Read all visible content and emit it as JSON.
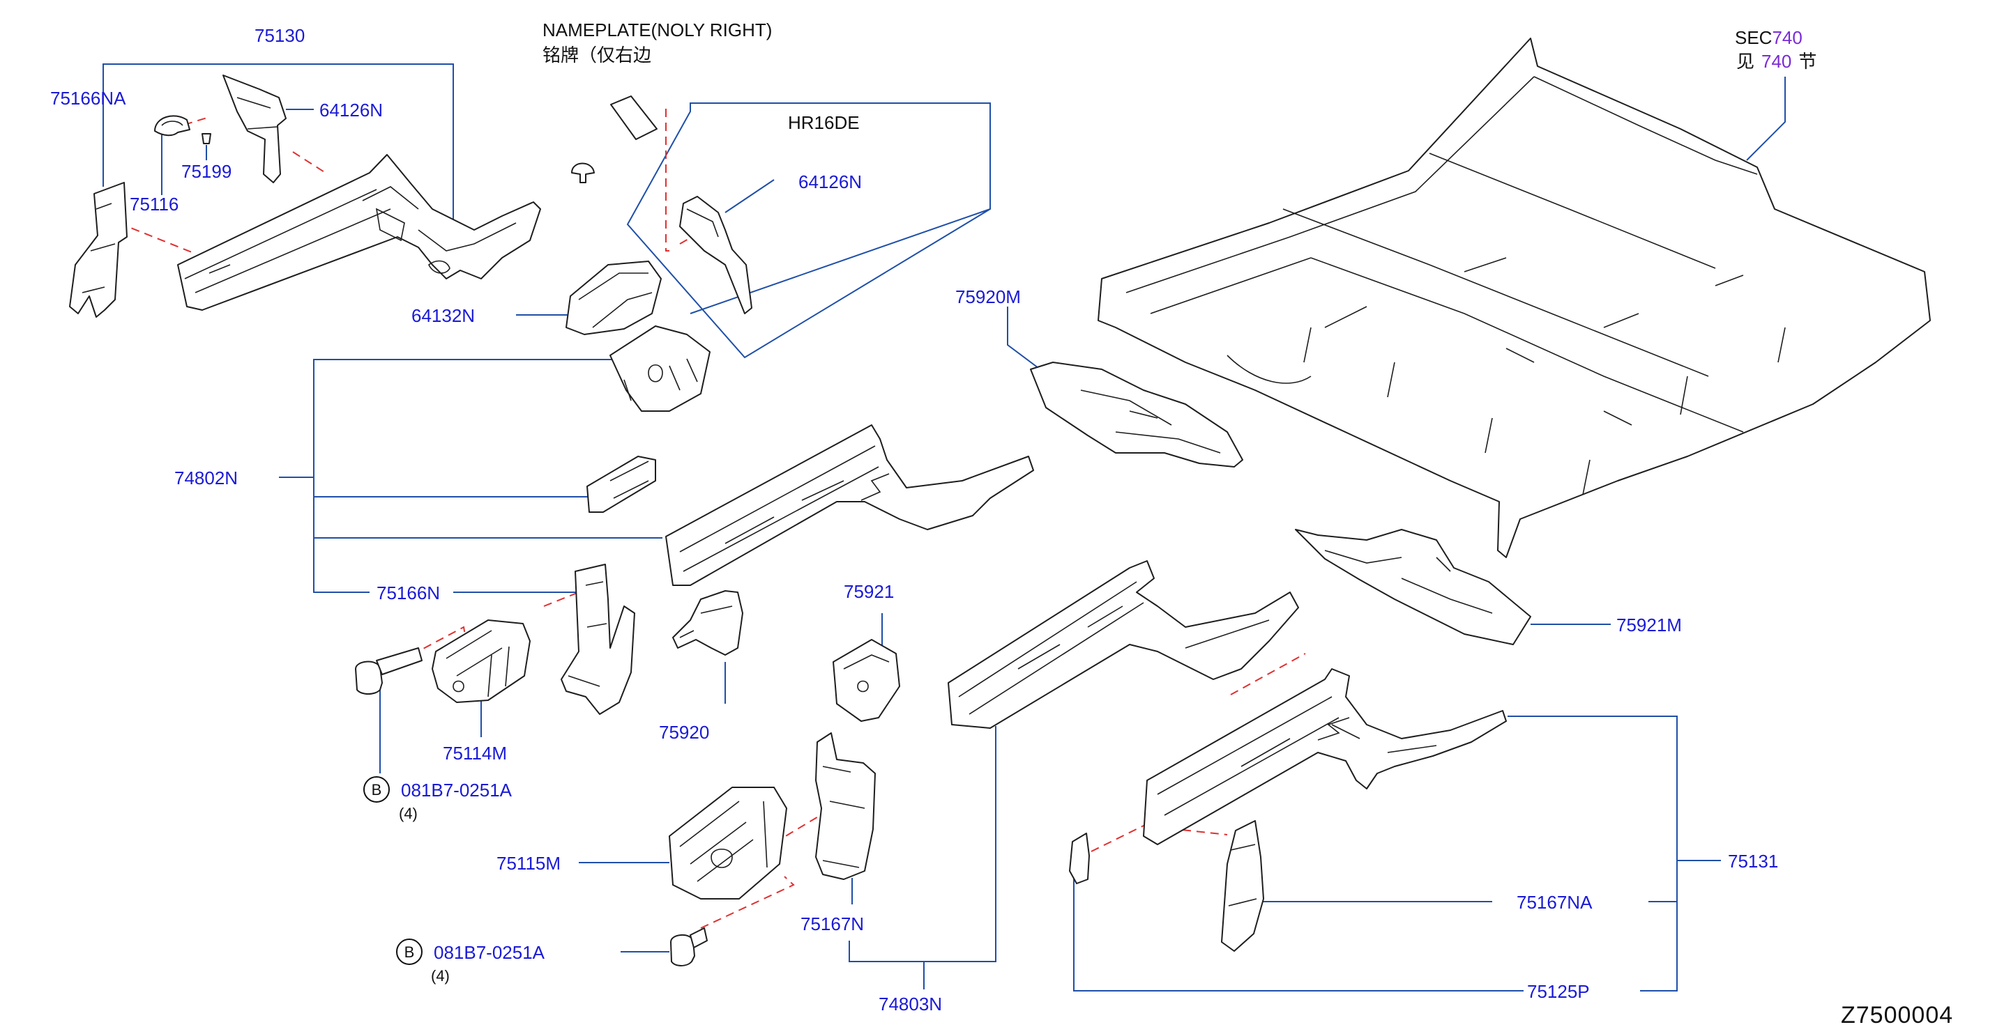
{
  "diagram_code": "Z7500004",
  "nameplate": {
    "title": "NAMEPLATE(NOLY   RIGHT)",
    "subtitle": "铭牌（仅右边"
  },
  "engine_box_label": "HR16DE",
  "section_ref": {
    "prefix": "SEC",
    "number": "740",
    "cn_prefix": "见",
    "cn_number": "740",
    "cn_suffix": "节"
  },
  "colors": {
    "label": "#1a1ad6",
    "leader": "#1f4fa8",
    "dashed": "#e03030",
    "section_number": "#7a2bd6"
  },
  "labels": {
    "p75130": "75130",
    "p75166NA": "75166NA",
    "p64126N_top": "64126N",
    "p75199": "75199",
    "p75116": "75116",
    "p64126N_box": "64126N",
    "p64132N": "64132N",
    "p75920M": "75920M",
    "p74802N": "74802N",
    "p75166N": "75166N",
    "p75921": "75921",
    "p75921M": "75921M",
    "p75920": "75920",
    "p75114M": "75114M",
    "bolt1": "081B7-0251A",
    "bolt1_qty": "(4)",
    "bolt1_marker": "B",
    "p75115M": "75115M",
    "bolt2": "081B7-0251A",
    "bolt2_qty": "(4)",
    "bolt2_marker": "B",
    "p75167N": "75167N",
    "p74803N": "74803N",
    "p75131": "75131",
    "p75167NA": "75167NA",
    "p75125P": "75125P"
  }
}
